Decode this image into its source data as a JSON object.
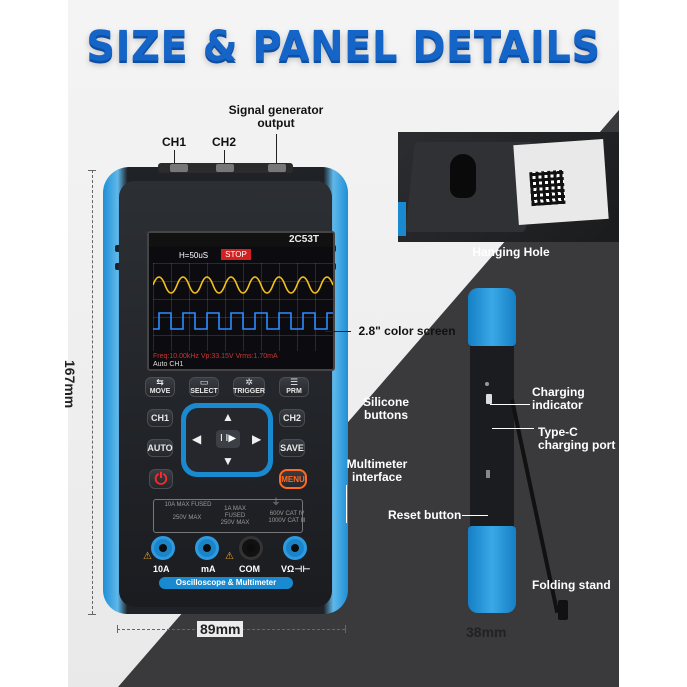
{
  "title": "SIZE & PANEL DETAILS",
  "callouts": {
    "ch1": "CH1",
    "ch2": "CH2",
    "signal_generator": "Signal generator\noutput",
    "hanging_hole": "Hanging Hole",
    "color_screen": "2.8\" color screen",
    "silicone_buttons": "Silicone\nbuttons",
    "multimeter_interface": "Multimeter\ninterface",
    "reset_button": "Reset button",
    "charging_indicator": "Charging\nindicator",
    "type_c": "Type-C\ncharging port",
    "folding_stand": "Folding stand"
  },
  "dimensions": {
    "height": "167mm",
    "width": "89mm",
    "depth": "38mm"
  },
  "device": {
    "brand_model": "2C53T",
    "screen": {
      "timebase": "H=50uS",
      "state": "STOP",
      "footer_line1": "Freq:10.00kHz  Vp:33.15V  Vrms:1.70mA",
      "footer_line2": "Auto  CH1"
    },
    "buttons": {
      "move": "MOVE",
      "select": "SELECT",
      "trigger": "TRIGGER",
      "prm": "PRM",
      "ch1": "CH1",
      "ch2": "CH2",
      "auto": "AUTO",
      "save": "SAVE",
      "menu": "MENU",
      "play_pause": "I I▶"
    },
    "specs": {
      "fused_10a": "10A MAX FUSED",
      "max_250v": "250V MAX",
      "fused_1a": "1A MAX\nFUSED\n250V MAX",
      "cat": "600V CAT IV\n1000V CAT III"
    },
    "jacks": {
      "a10": "10A",
      "ma": "mA",
      "com": "COM",
      "v": "VΩ⊣⊢"
    },
    "band": "Oscilloscope & Multimeter"
  },
  "colors": {
    "title_blue": "#1565c8",
    "device_blue": "#1a8ad0",
    "menu_orange": "#ff6a1f",
    "power_red": "#ff2b2b"
  }
}
